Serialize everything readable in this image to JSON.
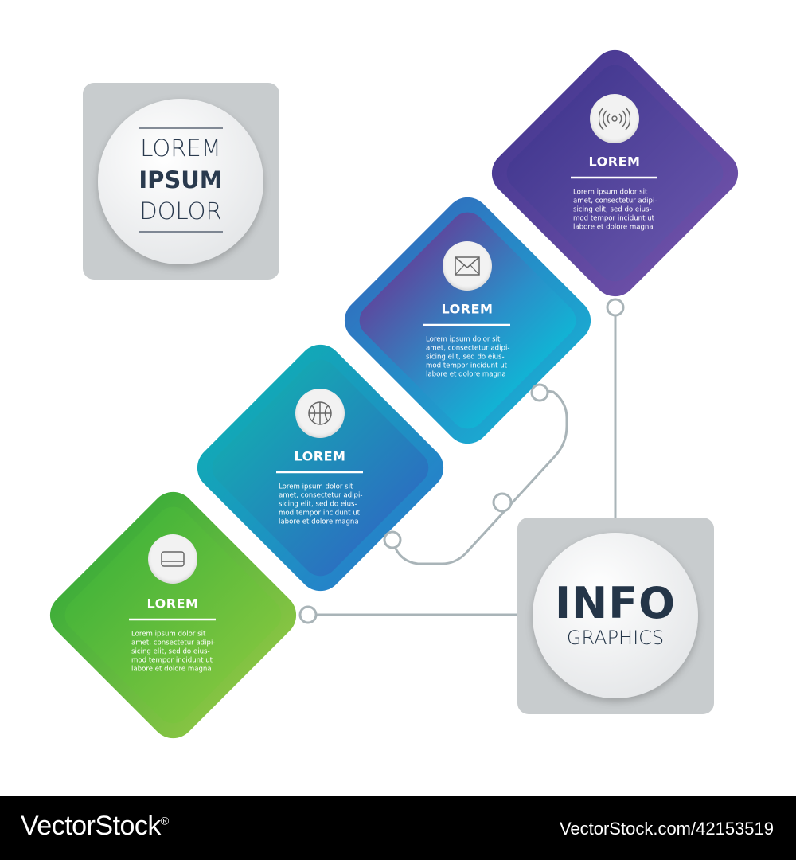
{
  "title_card": {
    "line1": "LOREM",
    "line2": "IPSUM",
    "line3": "DOLOR"
  },
  "info_card": {
    "line1": "INFO",
    "line2": "GRAPHICS"
  },
  "steps": [
    {
      "header": "LOREM",
      "icon": "card-icon",
      "body": [
        "Lorem ipsum dolor sit",
        "amet, consectetur adipi-",
        "sicing elit, sed do eius-",
        "mod tempor incidunt ut",
        "labore et dolore magna"
      ]
    },
    {
      "header": "LOREM",
      "icon": "basketball-icon",
      "body": [
        "Lorem ipsum dolor sit",
        "amet, consectetur adipi-",
        "sicing elit, sed do eius-",
        "mod tempor incidunt ut",
        "labore et dolore magna"
      ]
    },
    {
      "header": "LOREM",
      "icon": "envelope-icon",
      "body": [
        "Lorem ipsum dolor sit",
        "amet, consectetur adipi-",
        "sicing elit, sed do eius-",
        "mod tempor incidunt ut",
        "labore et dolore magna"
      ]
    },
    {
      "header": "LOREM",
      "icon": "signal-icon",
      "body": [
        "Lorem ipsum dolor sit",
        "amet, consectetur adipi-",
        "sicing elit, sed do eius-",
        "mod tempor incidunt ut",
        "labore et dolore magna"
      ]
    }
  ],
  "colors": {
    "green": "#5fbf3c",
    "teal": "#1aa0b8",
    "blue": "#2a8ac8",
    "purple": "#54419a",
    "gray_card": "#c8ccce",
    "line": "#a9b4b8"
  },
  "footer": {
    "brand": "VectorStock",
    "registered": "®",
    "image_id": "VectorStock.com/42153519"
  }
}
